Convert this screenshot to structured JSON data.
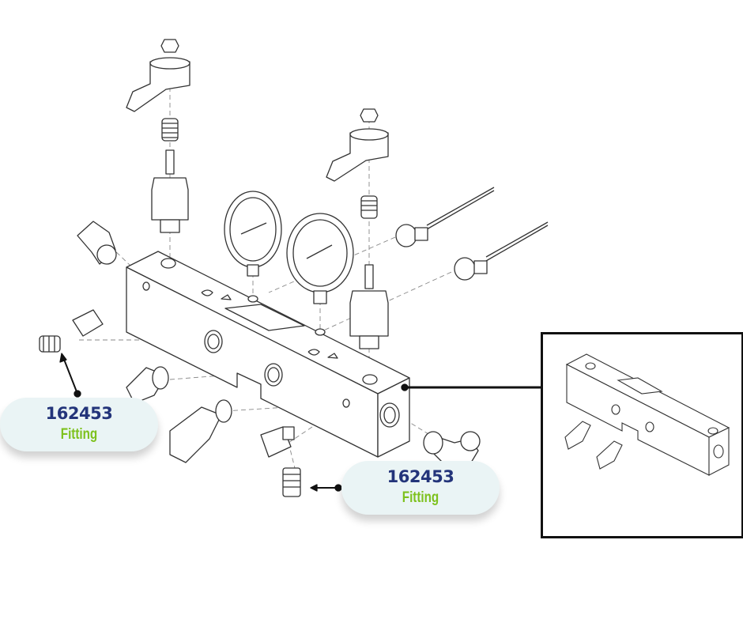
{
  "callouts": [
    {
      "part_number": "162453",
      "label": "Fitting"
    },
    {
      "part_number": "162453",
      "label": "Fitting"
    }
  ],
  "colors": {
    "part_number": "#23347a",
    "label": "#7dc11d",
    "callout_bg": "#eaf4f5"
  }
}
